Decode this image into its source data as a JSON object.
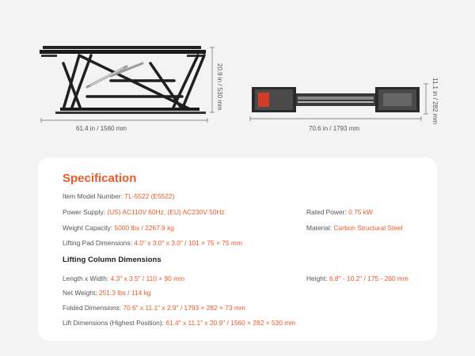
{
  "dimensions": {
    "side_width": "61.4 in / 1560 mm",
    "side_height": "20.9 in / 530 mm",
    "top_width": "70.6 in / 1793 mm",
    "top_height": "11.1 in / 282 mm"
  },
  "spec": {
    "title": "Specification",
    "item_model": {
      "label": "Item Model Number:",
      "value": "TL-5522 (E5522)"
    },
    "power_supply": {
      "label": "Power Supply:",
      "value": "(US) AC110V 60Hz, (EU) AC230V 50Hz"
    },
    "rated_power": {
      "label": "Rated Power:",
      "value": "0.75 kW"
    },
    "weight_capacity": {
      "label": "Weight Capacity:",
      "value": "5000 lbs / 2267.9 kg"
    },
    "material": {
      "label": "Material:",
      "value": "Carbon Structural Steel"
    },
    "lifting_pad": {
      "label": "Lifting Pad Dimensions:",
      "value": "4.0\" x 3.0\" x 3.0\" / 101 × 75 × 75 mm"
    }
  },
  "column": {
    "title": "Lifting Column Dimensions",
    "length_width": {
      "label": "Length x Width:",
      "value": "4.3\" x 3.5\" / 110 × 90 mm"
    },
    "height": {
      "label": "Height:",
      "value": "6.8\" - 10.2\" / 175 - 260 mm"
    },
    "net_weight": {
      "label": "Net Weight:",
      "value": "251.3 lbs / 114 kg"
    },
    "folded": {
      "label": "Folded Dimensions:",
      "value": "70.6\" x 11.1\" x 2.9\" / 1793 × 282 × 73 mm"
    },
    "lift": {
      "label": "Lift Dimensions (Highest Position):",
      "value": "61.4\" x 11.1\" x 20.9\" / 1560 × 282 × 530 mm"
    }
  },
  "colors": {
    "accent": "#f05a28",
    "background": "#f3f3f3",
    "card": "#ffffff"
  }
}
